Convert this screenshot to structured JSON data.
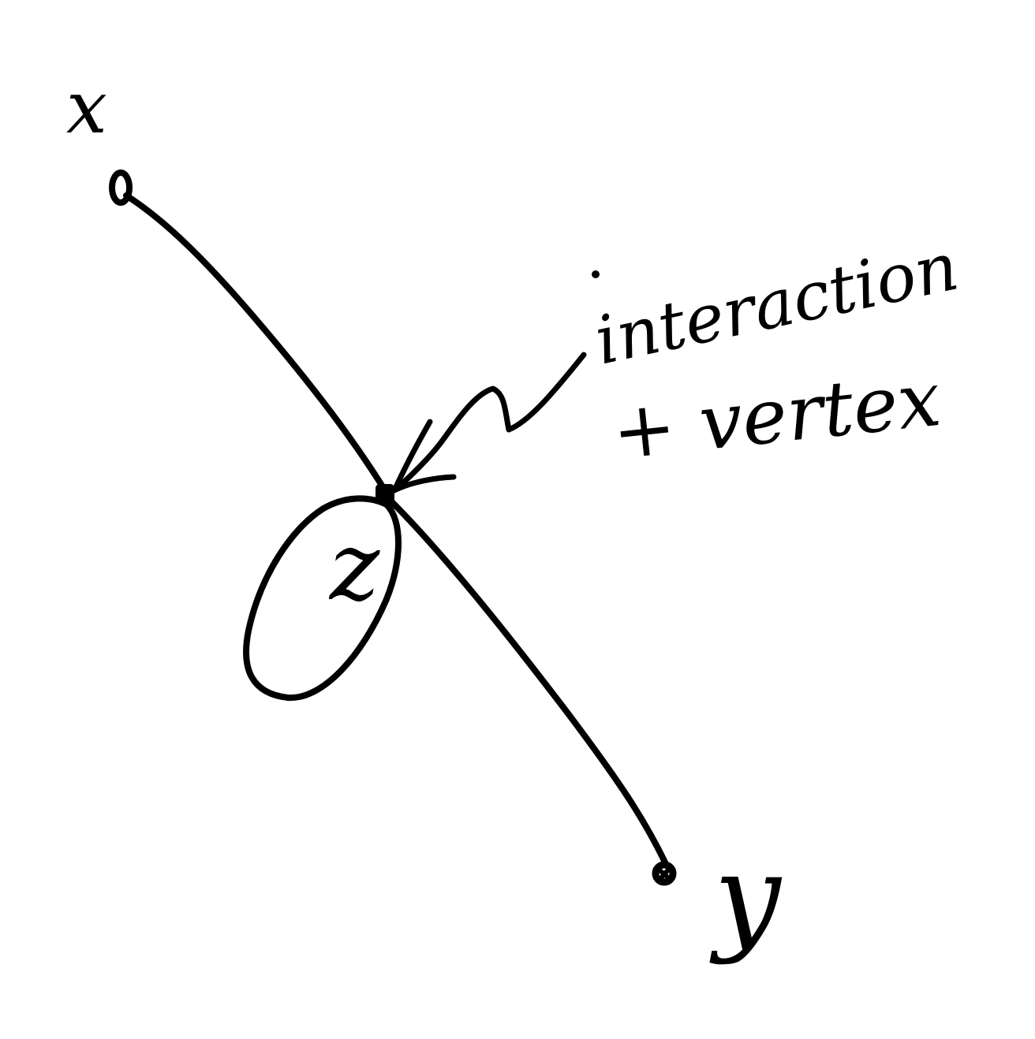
{
  "diagram": {
    "ink_color": "#000000",
    "background_color": "#ffffff",
    "vertices": {
      "x": {
        "label": "x",
        "kind": "external"
      },
      "y": {
        "label": "y",
        "kind": "external"
      },
      "z": {
        "label": "z",
        "kind": "interaction"
      }
    },
    "edges": [
      {
        "from": "x",
        "to": "z"
      },
      {
        "from": "z",
        "to": "y"
      }
    ],
    "annotation": {
      "line1": "interaction",
      "line2": "+ vertex",
      "points_to": "z"
    }
  }
}
